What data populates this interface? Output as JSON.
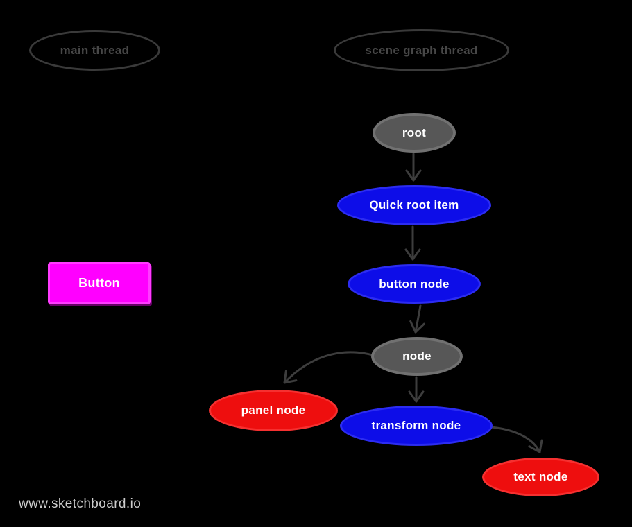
{
  "watermark": {
    "text": "www.sketchboard.io",
    "color": "#cccccc"
  },
  "lanes": [
    {
      "label": "main thread"
    },
    {
      "label": "scene graph thread"
    }
  ],
  "nodes": [
    {
      "label": "root",
      "kind": "gray-ellipse"
    },
    {
      "label": "Quick root item",
      "kind": "blue-ellipse"
    },
    {
      "label": "button node",
      "kind": "blue-ellipse"
    },
    {
      "label": "node",
      "kind": "gray-ellipse"
    },
    {
      "label": "panel node",
      "kind": "red-ellipse"
    },
    {
      "label": "transform node",
      "kind": "blue-ellipse"
    },
    {
      "label": "text node",
      "kind": "red-ellipse"
    },
    {
      "label": "Button",
      "kind": "magenta-rectangle"
    }
  ],
  "edges": [
    {
      "from": "root",
      "to": "Quick root item"
    },
    {
      "from": "Quick root item",
      "to": "button node"
    },
    {
      "from": "button node",
      "to": "node"
    },
    {
      "from": "node",
      "to": "transform node"
    },
    {
      "from": "node",
      "to": "panel node"
    },
    {
      "from": "transform node",
      "to": "text node"
    }
  ],
  "colors": {
    "background": "#000000",
    "node_gray": "#575757",
    "node_blue": "#0d0de8",
    "node_red": "#ee0e0e",
    "button_magenta": "#ff00ff",
    "lane_outline": "#3a3a3a",
    "edge_stroke": "#3d3d3d",
    "node_text": "#ffffff",
    "watermark_text": "#cccccc"
  }
}
